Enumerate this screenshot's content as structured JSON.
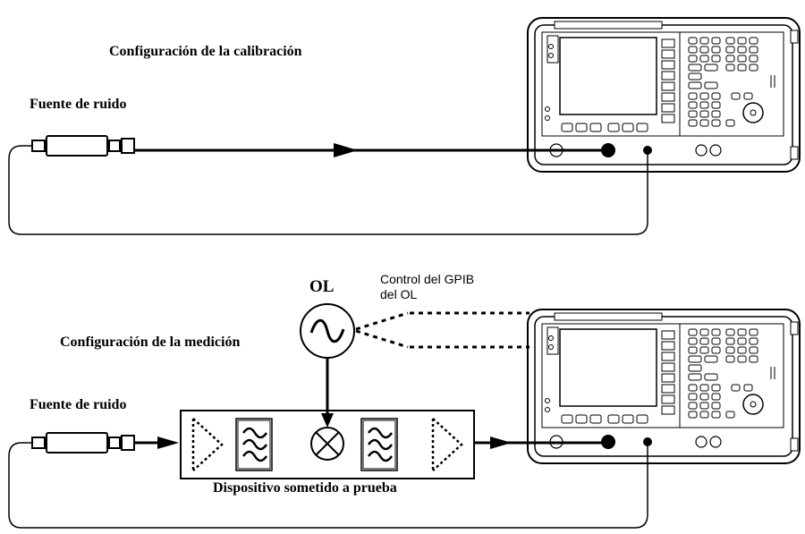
{
  "labels": {
    "calibration_title": "Configuración de la calibración",
    "noise_source_top": "Fuente de ruido",
    "ol": "OL",
    "gpib_control_line1": "Control del GPIB",
    "gpib_control_line2": "del OL",
    "measurement_title": "Configuración de la medición",
    "noise_source_bottom": "Fuente de ruido",
    "dut": "Dispositivo sometido a prueba"
  },
  "colors": {
    "line": "#000000",
    "background": "#ffffff"
  }
}
